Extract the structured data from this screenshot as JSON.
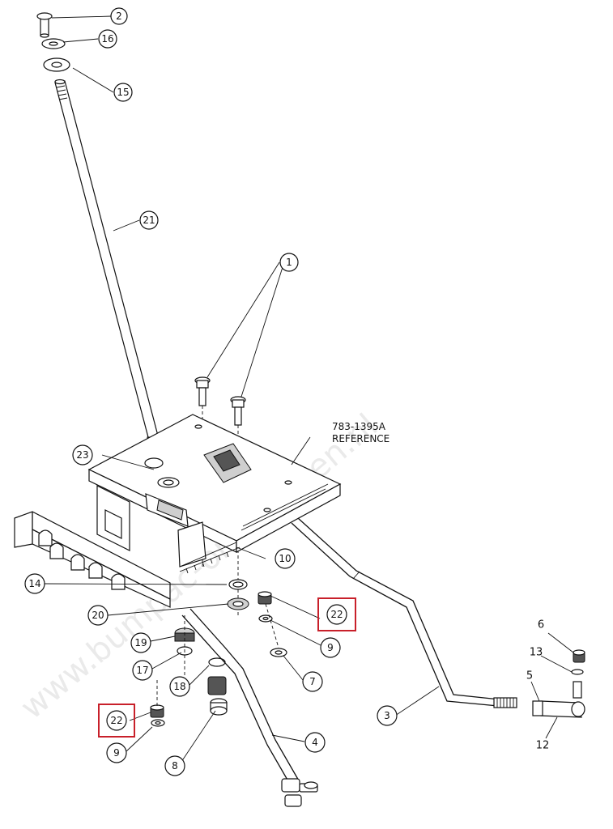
{
  "reference_note": {
    "part_number": "783-1395A",
    "word": "REFERENCE"
  },
  "watermark": "www.bumpac-onderdelen.nl",
  "highlight_color": "#c8202a",
  "callouts": [
    {
      "id": "c2",
      "label": "2"
    },
    {
      "id": "c16a",
      "label": "16"
    },
    {
      "id": "c15",
      "label": "15"
    },
    {
      "id": "c21",
      "label": "21"
    },
    {
      "id": "c1",
      "label": "1"
    },
    {
      "id": "c23",
      "label": "23"
    },
    {
      "id": "c10",
      "label": "10"
    },
    {
      "id": "c14",
      "label": "14"
    },
    {
      "id": "c22a",
      "label": "22"
    },
    {
      "id": "c20",
      "label": "20"
    },
    {
      "id": "c19",
      "label": "19"
    },
    {
      "id": "c9a",
      "label": "9"
    },
    {
      "id": "c17",
      "label": "17"
    },
    {
      "id": "c7",
      "label": "7"
    },
    {
      "id": "c18",
      "label": "18"
    },
    {
      "id": "c22b",
      "label": "22"
    },
    {
      "id": "c9b",
      "label": "9"
    },
    {
      "id": "c8",
      "label": "8"
    },
    {
      "id": "c4",
      "label": "4"
    },
    {
      "id": "c3",
      "label": "3"
    }
  ],
  "plain_labels": [
    {
      "id": "p6",
      "label": "6"
    },
    {
      "id": "p13",
      "label": "13"
    },
    {
      "id": "p5",
      "label": "5"
    },
    {
      "id": "p12",
      "label": "12"
    }
  ]
}
